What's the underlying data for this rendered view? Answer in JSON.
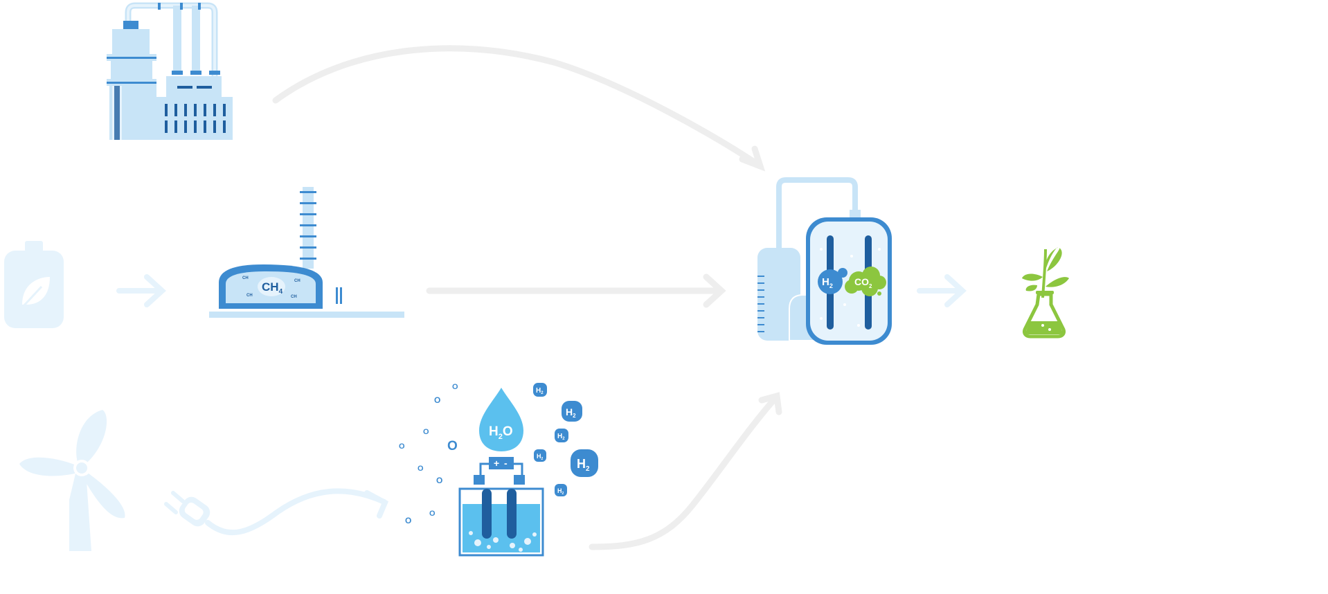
{
  "colors": {
    "dark_blue": "#1F5E9E",
    "mid_blue": "#3D8BD0",
    "light_blue": "#C8E4F7",
    "pale_blue": "#E6F3FC",
    "water_blue": "#5BC0EE",
    "arrow_gray": "#EEEEEE",
    "green": "#8CC63F"
  },
  "icons": {
    "factory": "factory-icon",
    "gas_cylinder": "gas-cylinder-icon",
    "biogas_plant": "biogas-plant-icon",
    "wind_turbine": "wind-turbine-icon",
    "electric_plug": "electric-plug-icon",
    "electrolyzer": "electrolyzer-icon",
    "bioreactor": "bioreactor-icon",
    "product_flask": "flask-sprout-icon"
  },
  "labels": {
    "ch4": "CH",
    "ch4_sub": "4",
    "h2o_h": "H",
    "h2o_sub": "2",
    "h2o_o": "O",
    "h2": "H",
    "h2_sub": "2",
    "co2": "CO",
    "co2_sub": "2",
    "battery_plus": "+",
    "battery_minus": "-",
    "oxygen": "O"
  }
}
